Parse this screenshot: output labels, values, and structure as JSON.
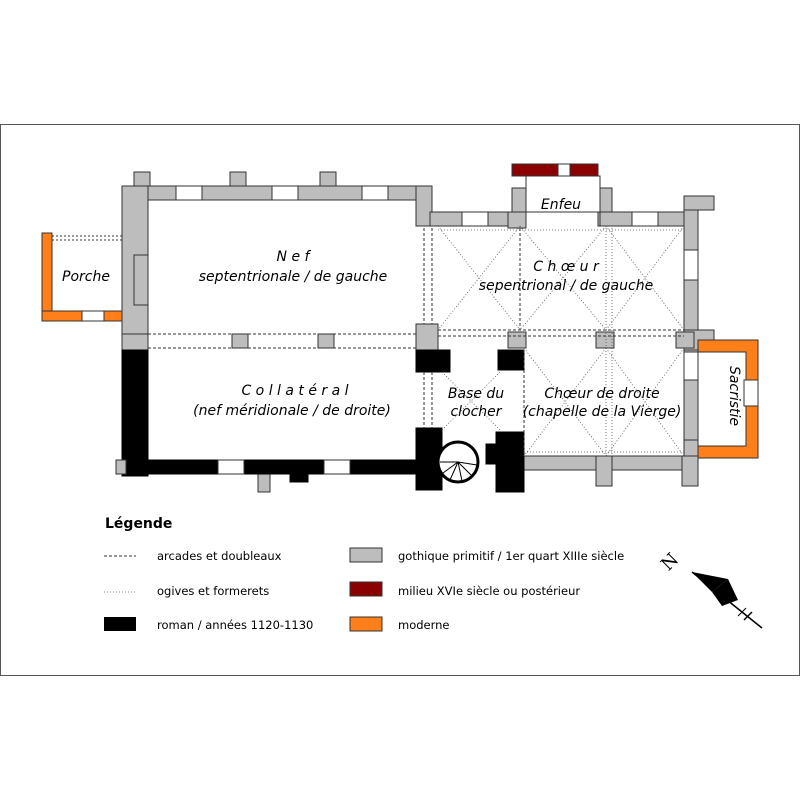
{
  "rooms": {
    "porche": "Porche",
    "nef_line1": "N e f",
    "nef_line2": "septentrionale / de gauche",
    "collateral_line1": "C o l l a t é r a l",
    "collateral_line2": "(nef méridionale / de droite)",
    "enfeu": "Enfeu",
    "choeur_sept_line1": "C h œ u r",
    "choeur_sept_line2": "sepentrional / de gauche",
    "base_line1": "Base du",
    "base_line2": "clocher",
    "choeur_droite_line1": "Chœur de droite",
    "choeur_droite_line2": "(chapelle de la Vierge)",
    "sacristie": "Sacristie"
  },
  "legend": {
    "title": "Légende",
    "items": [
      {
        "key": "arcades",
        "label": "arcades et doubleaux"
      },
      {
        "key": "ogives",
        "label": "ogives et formerets"
      },
      {
        "key": "roman",
        "label": "roman / années 1120-1130",
        "color": "#000000"
      },
      {
        "key": "gothique",
        "label": "gothique primitif / 1er quart XIIIe siècle",
        "color": "#bdbdbd"
      },
      {
        "key": "xvie",
        "label": "milieu XVIe siècle ou postérieur",
        "color": "#8b0000"
      },
      {
        "key": "moderne",
        "label": "moderne",
        "color": "#ff7f1a"
      }
    ]
  },
  "compass": {
    "letter": "N"
  },
  "colors": {
    "gothique": "#bdbdbd",
    "roman": "#000000",
    "xvie": "#8b0000",
    "moderne": "#ff7f1a",
    "frame": "#555555"
  }
}
